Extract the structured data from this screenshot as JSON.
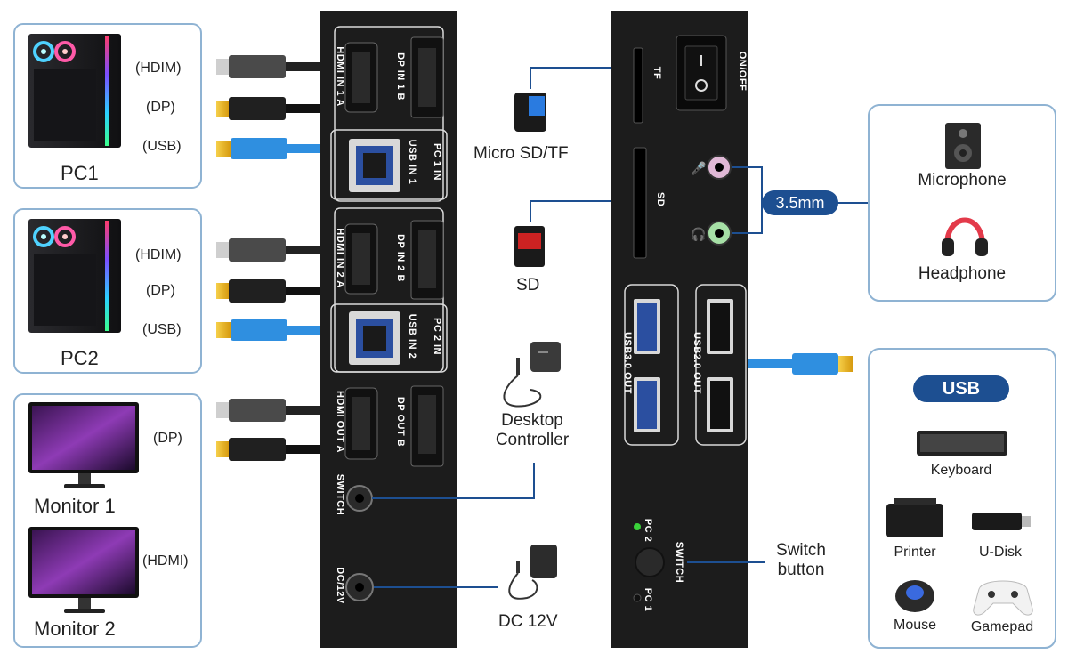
{
  "pcs": [
    {
      "name": "PC1",
      "cables": [
        "(HDIM)",
        "(DP)",
        "(USB)"
      ]
    },
    {
      "name": "PC2",
      "cables": [
        "(HDIM)",
        "(DP)",
        "(USB)"
      ]
    }
  ],
  "monitors": [
    {
      "name": "Monitor 1",
      "cable": "(DP)"
    },
    {
      "name": "Monitor 2",
      "cable": "(HDMI)"
    }
  ],
  "front_panel": {
    "ports": {
      "hdmi_in_1a": "HDMI IN 1 A",
      "dp_in_1b": "DP IN 1 B",
      "pc1_in": "PC 1 IN",
      "usb_in_1": "USB IN 1",
      "hdmi_in_2a": "HDMI IN 2 A",
      "dp_in_2b": "DP IN 2 B",
      "pc2_in": "PC 2 IN",
      "usb_in_2": "USB IN 2",
      "hdmi_out_a": "HDMI OUT A",
      "dp_out_b": "DP OUT B",
      "switch": "SWITCH",
      "dc12v": "DC/12V"
    }
  },
  "middle": {
    "micro_sd": "Micro SD/TF",
    "sd": "SD",
    "desktop_controller": "Desktop Controller",
    "dc_12v": "DC 12V"
  },
  "rear_panel": {
    "tf": "TF",
    "on_off": "ON/OFF",
    "sd": "SD",
    "usb30_out": "USB3.0 OUT",
    "usb20_out": "USB2.0 OUT",
    "pc2": "PC 2",
    "pc1": "PC 1",
    "switch": "SWITCH",
    "switch_button": "Switch button"
  },
  "audio": {
    "connector": "3.5mm",
    "microphone": "Microphone",
    "headphone": "Headphone"
  },
  "usb_devices": {
    "title": "USB",
    "keyboard": "Keyboard",
    "printer": "Printer",
    "udisk": "U-Disk",
    "mouse": "Mouse",
    "gamepad": "Gamepad"
  },
  "colors": {
    "panel": "#1c1c1c",
    "accent_blue": "#1d4f91",
    "usb_cable": "#2f8fe0",
    "box_border": "#8fb3d3",
    "led_green": "#3ad23a"
  }
}
